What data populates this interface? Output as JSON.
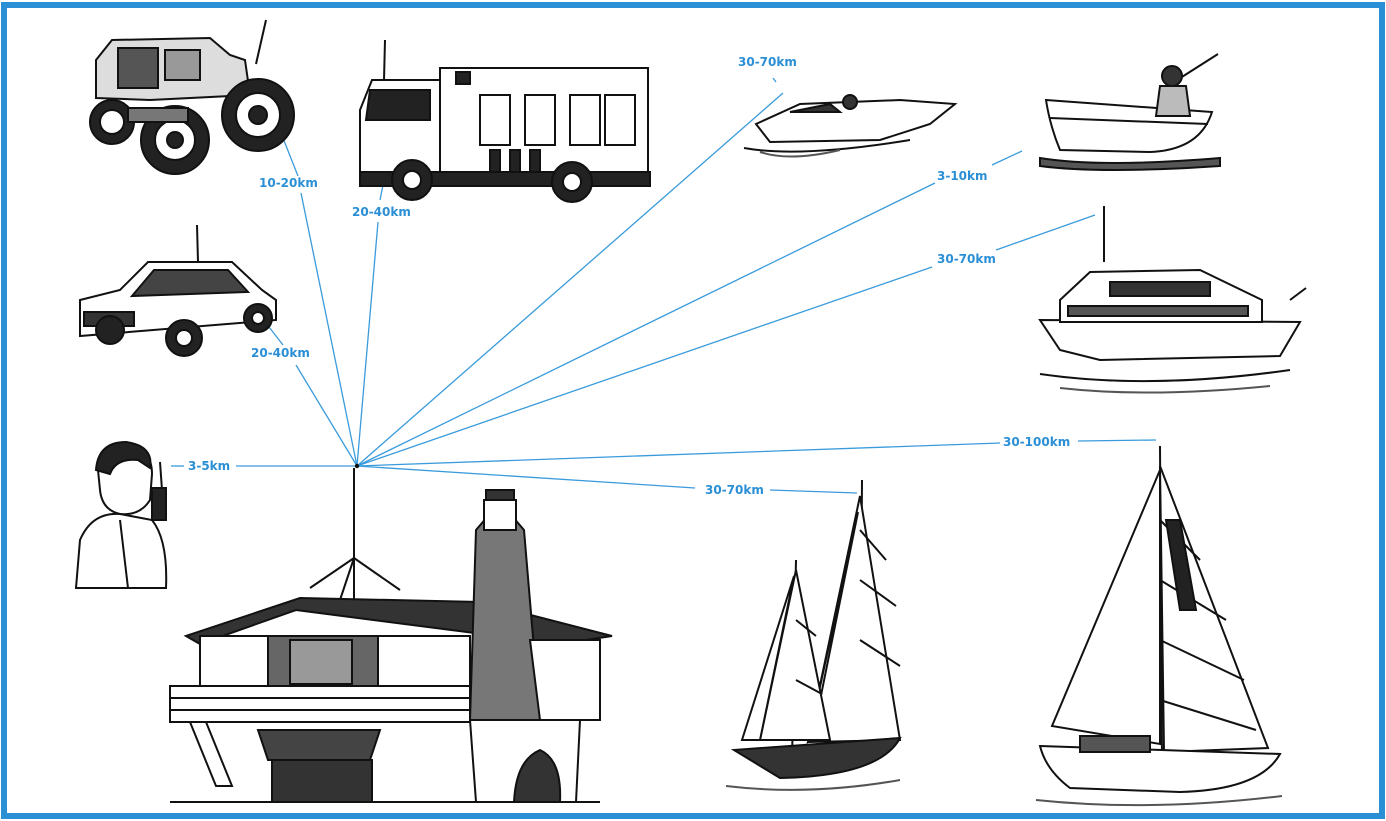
{
  "colors": {
    "border": "#2b8fd6",
    "link_line": "#3a9bdc",
    "label": "#2b8fd6",
    "ink": "#111111",
    "background": "#ffffff"
  },
  "links": [
    {
      "id": "tractor",
      "target": "tractor",
      "range_label": "10-20km"
    },
    {
      "id": "truck",
      "target": "truck",
      "range_label": "20-40km"
    },
    {
      "id": "car",
      "target": "car",
      "range_label": "20-40km"
    },
    {
      "id": "speedboat",
      "target": "speedboat",
      "range_label": "30-70km"
    },
    {
      "id": "rowboat",
      "target": "rowboat",
      "range_label": "3-10km"
    },
    {
      "id": "yacht",
      "target": "motor yacht",
      "range_label": "30-70km"
    },
    {
      "id": "handheld",
      "target": "person with handheld radio",
      "range_label": "3-5km"
    },
    {
      "id": "ketch",
      "target": "two-masted sailboat",
      "range_label": "30-70km"
    },
    {
      "id": "sloop",
      "target": "large sailboat",
      "range_label": "30-100km"
    }
  ],
  "base_station": {
    "name": "house with roof antenna"
  }
}
